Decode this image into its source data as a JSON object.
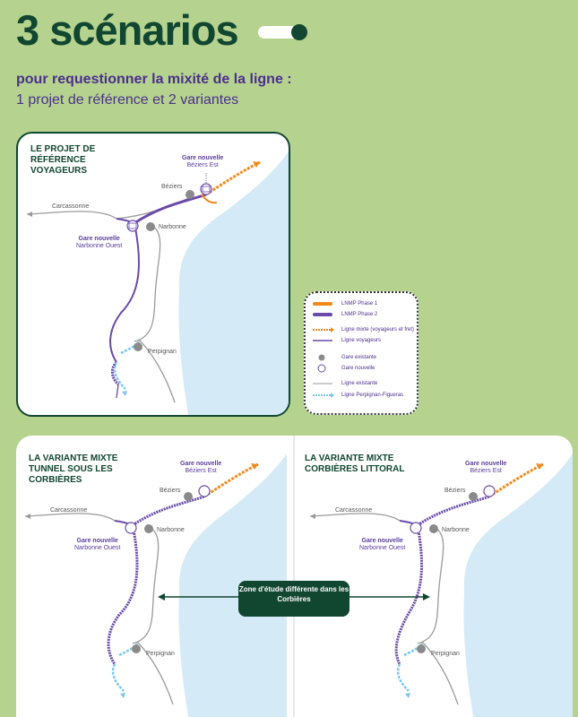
{
  "header": {
    "title": "3 scénarios",
    "subtitle_bold": "pour requestionner la mixité de la ligne :",
    "subtitle": "1 projet de référence et 2 variantes"
  },
  "map_labels": {
    "gare_nouvelle": "Gare nouvelle",
    "beziers_est": "Béziers Est",
    "narbonne_ouest": "Narbonne Ouest",
    "beziers": "Béziers",
    "carcassonne": "Carcassonne",
    "narbonne": "Narbonne",
    "perpignan": "Perpignan"
  },
  "panels": [
    {
      "title": "LE PROJET DE RÉFÉRENCE VOYAGEURS"
    },
    {
      "title": "LA VARIANTE MIXTE TUNNEL SOUS LES CORBIÈRES"
    },
    {
      "title": "LA VARIANTE MIXTE CORBIÈRES LITTORAL"
    }
  ],
  "legend": {
    "items": [
      {
        "label": "LNMP Phase 1",
        "icon": "orange-bar",
        "color": "#f08a1c"
      },
      {
        "label": "LNMP Phase 2",
        "icon": "purple-bar",
        "color": "#6a4aa8"
      },
      {
        "label": "Ligne mixte (voyageurs et fret)",
        "icon": "mixed-line-arrow"
      },
      {
        "label": "Ligne voyageurs",
        "icon": "passenger-line"
      },
      {
        "label": "Gare existante",
        "icon": "grey-dot",
        "color": "#8a8a8a"
      },
      {
        "label": "Gare nouvelle",
        "icon": "station-icon"
      },
      {
        "label": "Ligne existante",
        "icon": "grey-line",
        "color": "#9a9a9a"
      },
      {
        "label": "Ligne Perpignan-Figueras",
        "icon": "blue-arrow-line",
        "color": "#7cc6ee"
      }
    ]
  },
  "zone": {
    "text": "Zone d'étude différente dans les Corbières"
  },
  "colors": {
    "background": "#b5d38f",
    "dark_green": "#114630",
    "sea": "#d4ebf7"
  }
}
